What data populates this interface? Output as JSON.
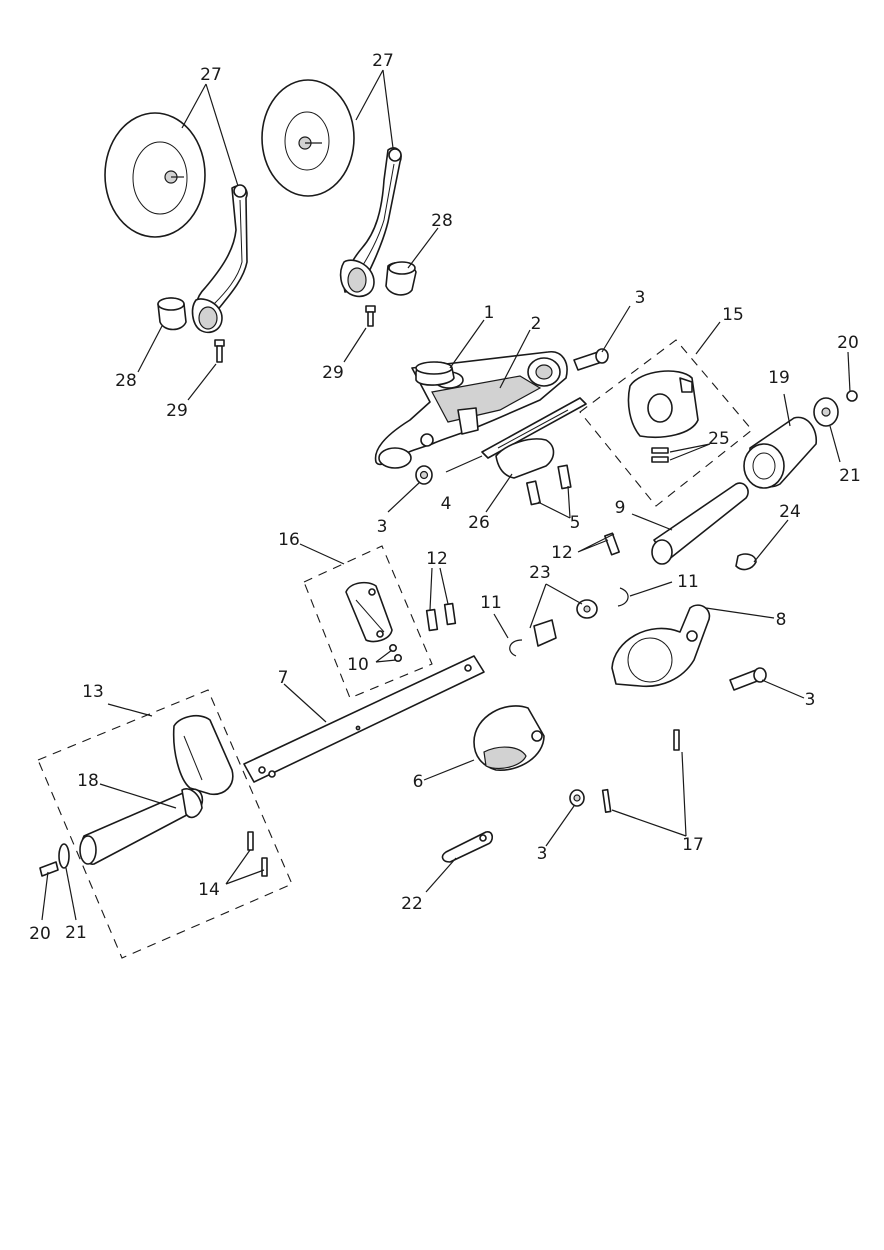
{
  "diagram": {
    "labels": [
      {
        "id": "l27a",
        "text": "27"
      },
      {
        "id": "l27b",
        "text": "27"
      },
      {
        "id": "l28a",
        "text": "28"
      },
      {
        "id": "l28b",
        "text": "28"
      },
      {
        "id": "l29a",
        "text": "29"
      },
      {
        "id": "l29b",
        "text": "29"
      },
      {
        "id": "l1",
        "text": "1"
      },
      {
        "id": "l2",
        "text": "2"
      },
      {
        "id": "l3a",
        "text": "3"
      },
      {
        "id": "l3b",
        "text": "3"
      },
      {
        "id": "l3c",
        "text": "3"
      },
      {
        "id": "l3d",
        "text": "3"
      },
      {
        "id": "l4",
        "text": "4"
      },
      {
        "id": "l5",
        "text": "5"
      },
      {
        "id": "l6",
        "text": "6"
      },
      {
        "id": "l7",
        "text": "7"
      },
      {
        "id": "l8",
        "text": "8"
      },
      {
        "id": "l9",
        "text": "9"
      },
      {
        "id": "l10",
        "text": "10"
      },
      {
        "id": "l11a",
        "text": "11"
      },
      {
        "id": "l11b",
        "text": "11"
      },
      {
        "id": "l12a",
        "text": "12"
      },
      {
        "id": "l12b",
        "text": "12"
      },
      {
        "id": "l13",
        "text": "13"
      },
      {
        "id": "l14",
        "text": "14"
      },
      {
        "id": "l15",
        "text": "15"
      },
      {
        "id": "l16",
        "text": "16"
      },
      {
        "id": "l17",
        "text": "17"
      },
      {
        "id": "l18",
        "text": "18"
      },
      {
        "id": "l19",
        "text": "19"
      },
      {
        "id": "l20a",
        "text": "20"
      },
      {
        "id": "l20b",
        "text": "20"
      },
      {
        "id": "l21a",
        "text": "21"
      },
      {
        "id": "l21b",
        "text": "21"
      },
      {
        "id": "l22",
        "text": "22"
      },
      {
        "id": "l23",
        "text": "23"
      },
      {
        "id": "l24",
        "text": "24"
      },
      {
        "id": "l25",
        "text": "25"
      },
      {
        "id": "l26",
        "text": "26"
      }
    ]
  }
}
